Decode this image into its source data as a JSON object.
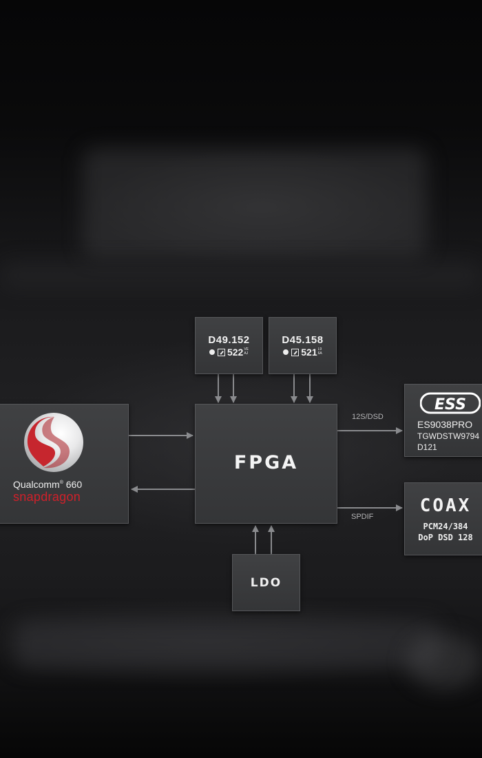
{
  "colors": {
    "box_fill": "#3a3b3d",
    "box_border": "#56575a",
    "wire": "#8a8b8e",
    "snapdragon_red": "#d0202a",
    "logo_red": "#c6262e"
  },
  "clock1": {
    "title": "D49.152",
    "code": "522",
    "sup_top": "VE",
    "sup_bottom": "AJ"
  },
  "clock2": {
    "title": "D45.158",
    "code": "521",
    "sup_top": "L9",
    "sup_bottom": "6A"
  },
  "fpga": {
    "label": "FPGA"
  },
  "ldo": {
    "label": "LDO"
  },
  "soc": {
    "brand": "Qualcomm",
    "reg": "®",
    "model": "660",
    "product": "snapdragon",
    "logo_icon": "qualcomm-snapdragon-logo-icon"
  },
  "dac": {
    "logo_icon": "ess-logo-icon",
    "logo_text": "ESS",
    "line1": "ES9038PRO",
    "line2": "TGWDSTW9794",
    "line3": "D121"
  },
  "coax": {
    "title": "COAX",
    "line1": "PCM24/384",
    "line2": "DoP DSD 128"
  },
  "signals": {
    "i2s": "12S/DSD",
    "spdif": "SPDIF"
  }
}
